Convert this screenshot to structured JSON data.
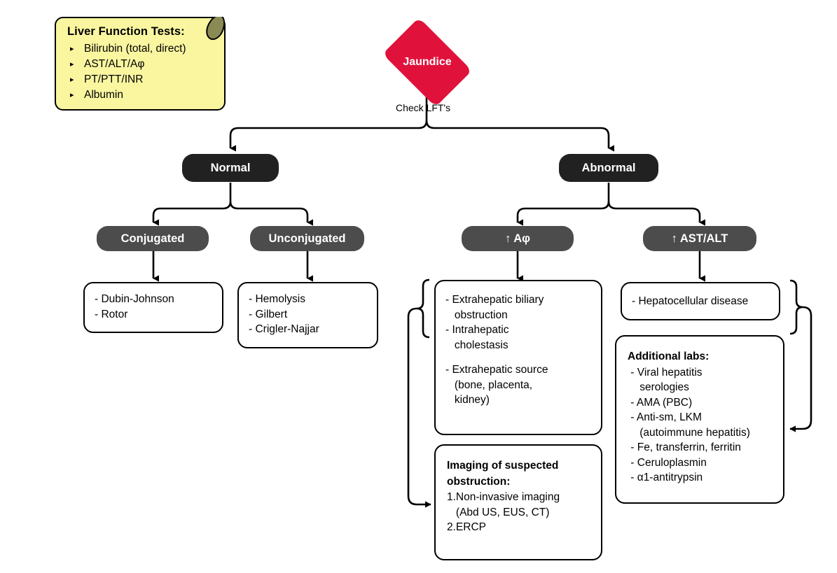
{
  "title": "Jaundice Diagnostic Algorithm",
  "colors": {
    "diamond": "#e0123c",
    "sticky_note": "#faf6a0",
    "sticky_fold": "#8a8a55",
    "node_dark": "#212121",
    "node_gray": "#4c4c4c",
    "stroke": "#000000",
    "box_fill": "#ffffff"
  },
  "sticky_note": {
    "heading": "Liver Function Tests:",
    "bullet_glyph": "▸",
    "items": [
      "Bilirubin (total, direct)",
      "AST/ALT/Aφ",
      "PT/PTT/INR",
      "Albumin"
    ]
  },
  "root": {
    "label": "Jaundice",
    "edge_label": "Check LFT's"
  },
  "level1": [
    {
      "label": "Normal"
    },
    {
      "label": "Abnormal"
    }
  ],
  "level2": [
    {
      "label": "Conjugated"
    },
    {
      "label": "Unconjugated"
    },
    {
      "label": "↑ Aφ"
    },
    {
      "label": "↑ AST/ALT"
    }
  ],
  "leaves": {
    "conjugated": {
      "items": [
        "- Dubin-Johnson",
        "- Rotor"
      ]
    },
    "unconjugated": {
      "items": [
        "- Hemolysis",
        "- Gilbert",
        "- Crigler-Najjar"
      ]
    },
    "alk_phos": {
      "items": [
        "- Extrahepatic biliary",
        "   obstruction",
        "- Intrahepatic",
        "   cholestasis",
        "",
        "- Extrahepatic source",
        "   (bone, placenta,",
        "   kidney)"
      ]
    },
    "ast_alt": {
      "items": [
        "- Hepatocellular disease"
      ]
    }
  },
  "callouts": {
    "imaging": {
      "title_line1": "Imaging of suspected",
      "title_line2": "obstruction:",
      "items": [
        "1.Non-invasive imaging",
        "   (Abd US, EUS, CT)",
        "2.ERCP"
      ]
    },
    "additional_labs": {
      "title": "Additional labs:",
      "items": [
        " - Viral hepatitis",
        "    serologies",
        " - AMA (PBC)",
        " - Anti-sm, LKM",
        "    (autoimmune hepatitis)",
        " - Fe, transferrin, ferritin",
        " - Ceruloplasmin",
        " - α1-antitrypsin"
      ]
    }
  }
}
